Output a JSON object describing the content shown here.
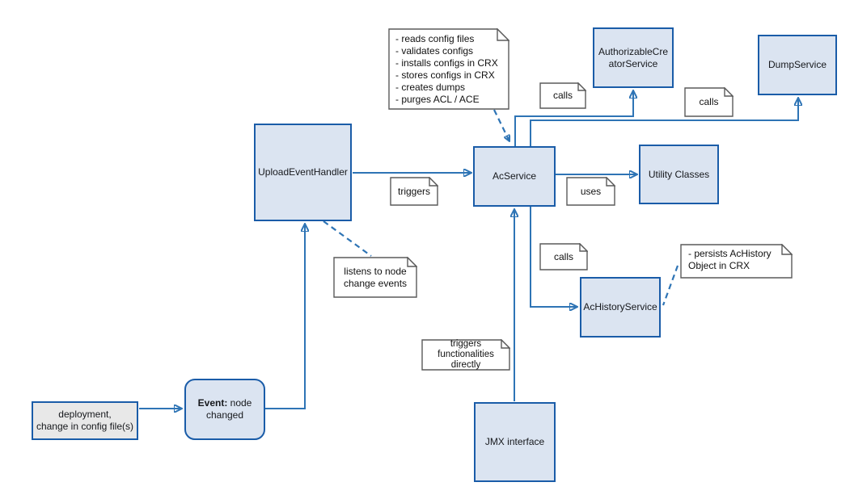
{
  "colors": {
    "box_fill": "#dbe4f1",
    "box_border": "#1a5ca8",
    "connector_blue": "#2e74b5",
    "note_stroke": "#5a5a5a",
    "gray_fill": "#e8e8e8"
  },
  "boxes": {
    "upload_event_handler": {
      "label": "UploadEventHandler"
    },
    "ac_service": {
      "label": "AcService"
    },
    "authorizable_creator_service": {
      "label": "AuthorizableCre\natorService"
    },
    "dump_service": {
      "label": "DumpService"
    },
    "utility_classes": {
      "label": "Utility Classes"
    },
    "ac_history_service": {
      "label": "AcHistoryService"
    },
    "jmx_interface": {
      "label": "JMX interface"
    },
    "event_node_changed": {
      "label_bold": "Event:",
      "label_rest": " node changed"
    },
    "deployment": {
      "label": "deployment,\nchange in config file(s)"
    }
  },
  "notes": {
    "ac_service_features": {
      "text": "- reads config files\n- validates configs\n- installs configs in CRX\n- stores configs in CRX\n- creates dumps\n- purges ACL / ACE"
    },
    "calls_authorizable": {
      "text": "calls"
    },
    "calls_dump": {
      "text": "calls"
    },
    "calls_history": {
      "text": "calls"
    },
    "triggers": {
      "text": "triggers"
    },
    "uses": {
      "text": "uses"
    },
    "listens": {
      "text": "listens to node\nchange events"
    },
    "persists": {
      "text": "- persists AcHistory\nObject in CRX"
    },
    "jmx_triggers": {
      "text": "triggers\nfunctionalities\ndirectly"
    }
  }
}
